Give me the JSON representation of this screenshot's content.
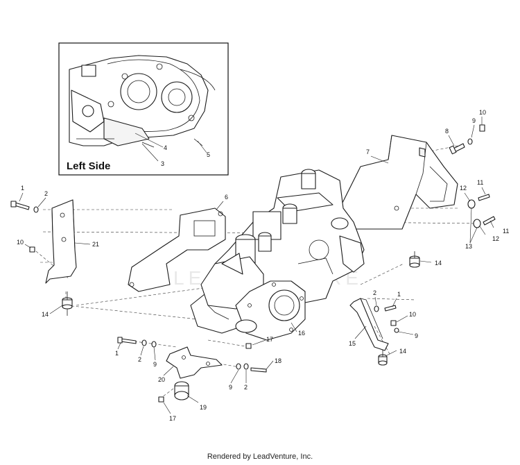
{
  "inset": {
    "title": "Left Side"
  },
  "watermark": "LEADVENTURE",
  "credit": "Rendered by LeadVenture, Inc.",
  "callouts": [
    {
      "id": "c-10a",
      "text": "10"
    },
    {
      "id": "c-9a",
      "text": "9"
    },
    {
      "id": "c-8",
      "text": "8"
    },
    {
      "id": "c-7",
      "text": "7"
    },
    {
      "id": "c-11a",
      "text": "11"
    },
    {
      "id": "c-12a",
      "text": "12"
    },
    {
      "id": "c-11b",
      "text": "11"
    },
    {
      "id": "c-12b",
      "text": "12"
    },
    {
      "id": "c-13",
      "text": "13"
    },
    {
      "id": "c-14a",
      "text": "14"
    },
    {
      "id": "c-1a",
      "text": "1"
    },
    {
      "id": "c-2a",
      "text": "2"
    },
    {
      "id": "c-6",
      "text": "6"
    },
    {
      "id": "c-10b",
      "text": "10"
    },
    {
      "id": "c-21",
      "text": "21"
    },
    {
      "id": "c-14b",
      "text": "14"
    },
    {
      "id": "c-2b",
      "text": "2"
    },
    {
      "id": "c-1b",
      "text": "1"
    },
    {
      "id": "c-10c",
      "text": "10"
    },
    {
      "id": "c-9b",
      "text": "9"
    },
    {
      "id": "c-16",
      "text": "16"
    },
    {
      "id": "c-15",
      "text": "15"
    },
    {
      "id": "c-14c",
      "text": "14"
    },
    {
      "id": "c-17a",
      "text": "17"
    },
    {
      "id": "c-18",
      "text": "18"
    },
    {
      "id": "c-1c",
      "text": "1"
    },
    {
      "id": "c-2c",
      "text": "2"
    },
    {
      "id": "c-9c",
      "text": "9"
    },
    {
      "id": "c-20",
      "text": "20"
    },
    {
      "id": "c-9d",
      "text": "9"
    },
    {
      "id": "c-2d",
      "text": "2"
    },
    {
      "id": "c-19",
      "text": "19"
    },
    {
      "id": "c-17b",
      "text": "17"
    },
    {
      "id": "c-4",
      "text": "4"
    },
    {
      "id": "c-5",
      "text": "5"
    },
    {
      "id": "c-3",
      "text": "3"
    }
  ]
}
